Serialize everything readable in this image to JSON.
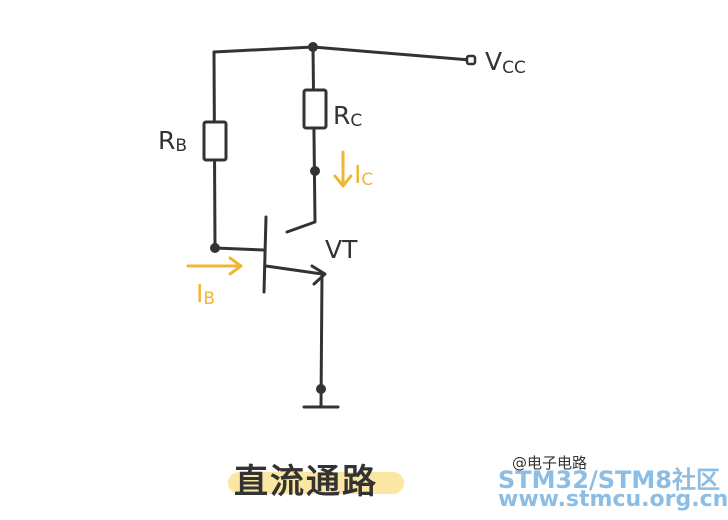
{
  "labels": {
    "vcc_main": "V",
    "vcc_sub": "CC",
    "rc_main": "R",
    "rc_sub": "C",
    "rb_main": "R",
    "rb_sub": "B",
    "ic_main": "I",
    "ic_sub": "C",
    "ib_main": "I",
    "ib_sub": "B",
    "vt": "VT"
  },
  "caption": "直流通路",
  "author": "@电子电路",
  "watermark": {
    "line1": "STM32/STM8社区",
    "line2": "www.stmcu.org.cn"
  },
  "colors": {
    "wire": "#333333",
    "current_arrow": "#f2b533",
    "caption_highlight": "#fbe6a2",
    "watermark": "#7fb6e3"
  }
}
